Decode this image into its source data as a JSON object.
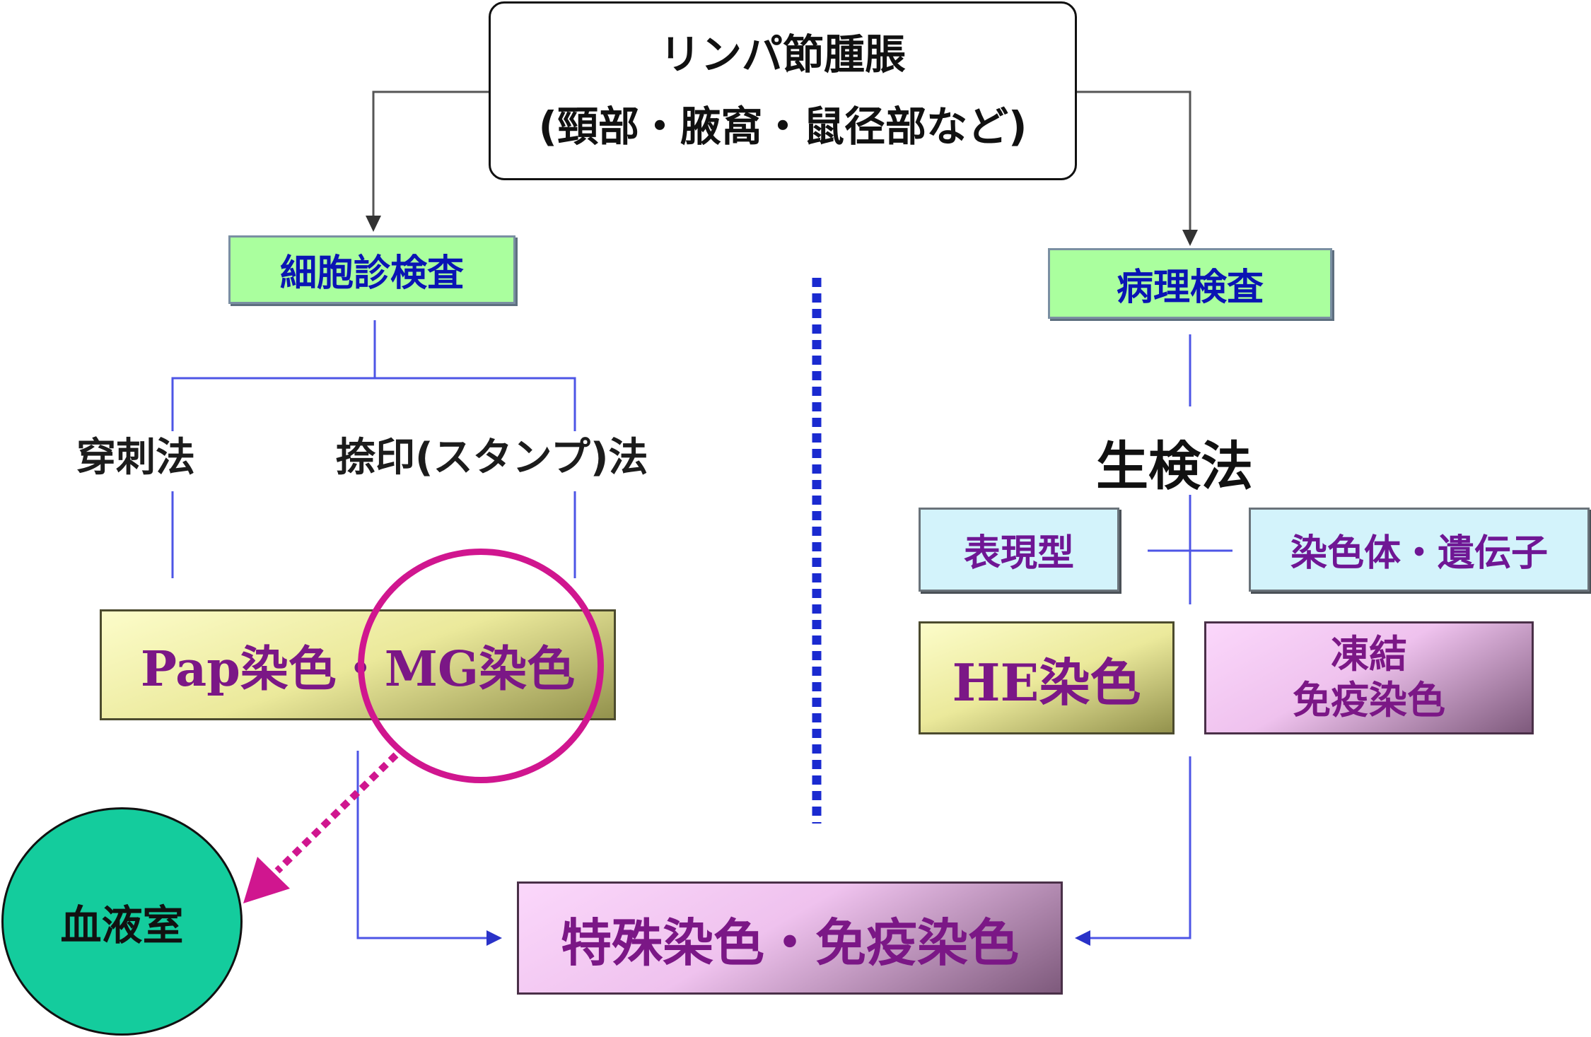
{
  "colors": {
    "connector_gray": "#555555",
    "connector_blue": "#4d55e6",
    "divider_blue": "#1a2ad0",
    "magenta": "#d0168f",
    "node_text_blue": "#0a14b4",
    "stain_text_purple": "#7b1786",
    "blood_green": "#14cc9d"
  },
  "root": {
    "line1": "リンパ節腫脹",
    "line2": "(頸部・腋窩・鼠径部など)"
  },
  "left": {
    "header": "細胞診検査",
    "method_puncture": "穿刺法",
    "method_stamp": "捺印(スタンプ)法",
    "stain": "Pap染色・MG染色"
  },
  "right": {
    "header": "病理検査",
    "biopsy": "生検法",
    "phenotype": "表現型",
    "chromosome": "染色体・遺伝子",
    "he_stain": "HE染色",
    "frozen_line1": "凍結",
    "frozen_line2": "免疫染色"
  },
  "bottom": {
    "special_stain": "特殊染色・免疫染色"
  },
  "blood_lab": "血液室",
  "icons": {
    "arrow": "arrow-down-icon",
    "arrow_right": "arrow-right-icon",
    "arrow_left": "arrow-left-icon"
  }
}
